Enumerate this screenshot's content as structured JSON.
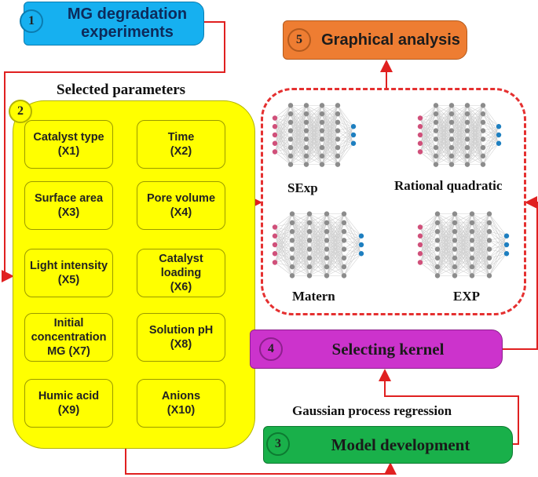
{
  "steps": {
    "step1": {
      "number": "1",
      "label": "MG degradation experiments"
    },
    "step2": {
      "number": "2",
      "title": "Selected parameters"
    },
    "step3": {
      "number": "3",
      "label": "Model development",
      "caption": "Gaussian process regression"
    },
    "step4": {
      "number": "4",
      "label": "Selecting kernel"
    },
    "step5": {
      "number": "5",
      "label": "Graphical analysis"
    }
  },
  "parameters": [
    {
      "name": "Catalyst type",
      "code": "(X1)"
    },
    {
      "name": "Time",
      "code": "(X2)"
    },
    {
      "name": "Surface area",
      "code": "(X3)"
    },
    {
      "name": "Pore volume",
      "code": "(X4)"
    },
    {
      "name": "Light intensity",
      "code": "(X5)"
    },
    {
      "name": "Catalyst loading",
      "code": "(X6)"
    },
    {
      "name": "Initial concentration MG",
      "code": "(X7)"
    },
    {
      "name": "Solution pH",
      "code": "(X8)"
    },
    {
      "name": "Humic acid",
      "code": "(X9)"
    },
    {
      "name": "Anions",
      "code": "(X10)"
    }
  ],
  "kernels": [
    "SExp",
    "Rational quadratic",
    "Matern",
    "EXP"
  ],
  "colors": {
    "arrow": "#e02020",
    "input_node": "#d0507a",
    "output_node": "#1e7fc0",
    "hidden_node": "#8c8c8c"
  }
}
